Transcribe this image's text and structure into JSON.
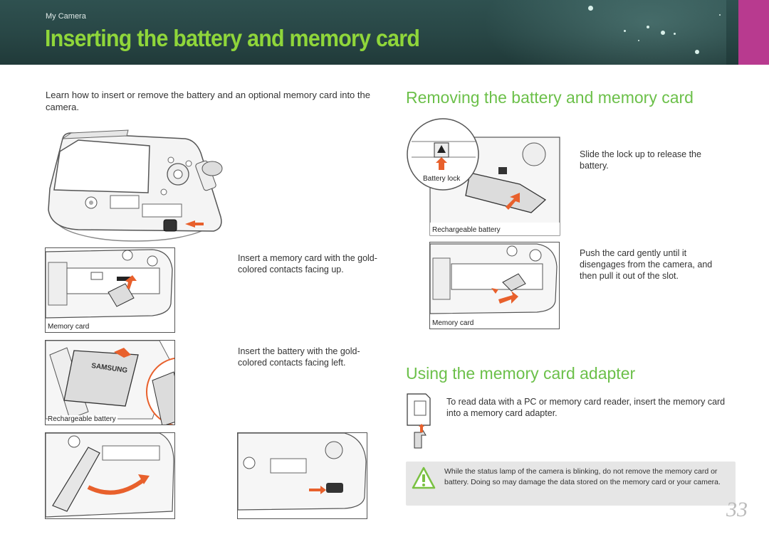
{
  "header": {
    "section": "My Camera",
    "title": "Inserting the battery and memory card",
    "colors": {
      "bar": "#2b4b4a",
      "title": "#8fd63a",
      "tab": "#b83a8f"
    }
  },
  "intro": "Learn how to insert or remove the battery and an optional memory card into the camera.",
  "insert_steps": {
    "memory_card_text": "Insert a memory card with the gold-colored contacts facing up.",
    "memory_card_caption": "Memory card",
    "battery_text": "Insert the battery with the gold-colored contacts facing left.",
    "battery_caption": "Rechargeable battery",
    "brand_mark": "SAMSUNG"
  },
  "removing": {
    "title": "Removing the battery and memory card",
    "lock_caption": "Battery lock",
    "battery_caption": "Rechargeable battery",
    "battery_text": "Slide the lock up to release the battery.",
    "card_caption": "Memory card",
    "card_text": "Push the card gently until it disengages from the camera, and then pull it out of the slot."
  },
  "adapter": {
    "title": "Using the memory card adapter",
    "text": "To read data with a PC or memory card reader, insert the memory card into a memory card adapter."
  },
  "warning": {
    "text": "While the status lamp of the camera is blinking, do not remove the memory card or battery. Doing so may damage the data stored on the memory card or your camera.",
    "icon": "warning-icon"
  },
  "page_number": "33",
  "accent_colors": {
    "section_title": "#6cc04a",
    "arrow": "#e8602c"
  }
}
